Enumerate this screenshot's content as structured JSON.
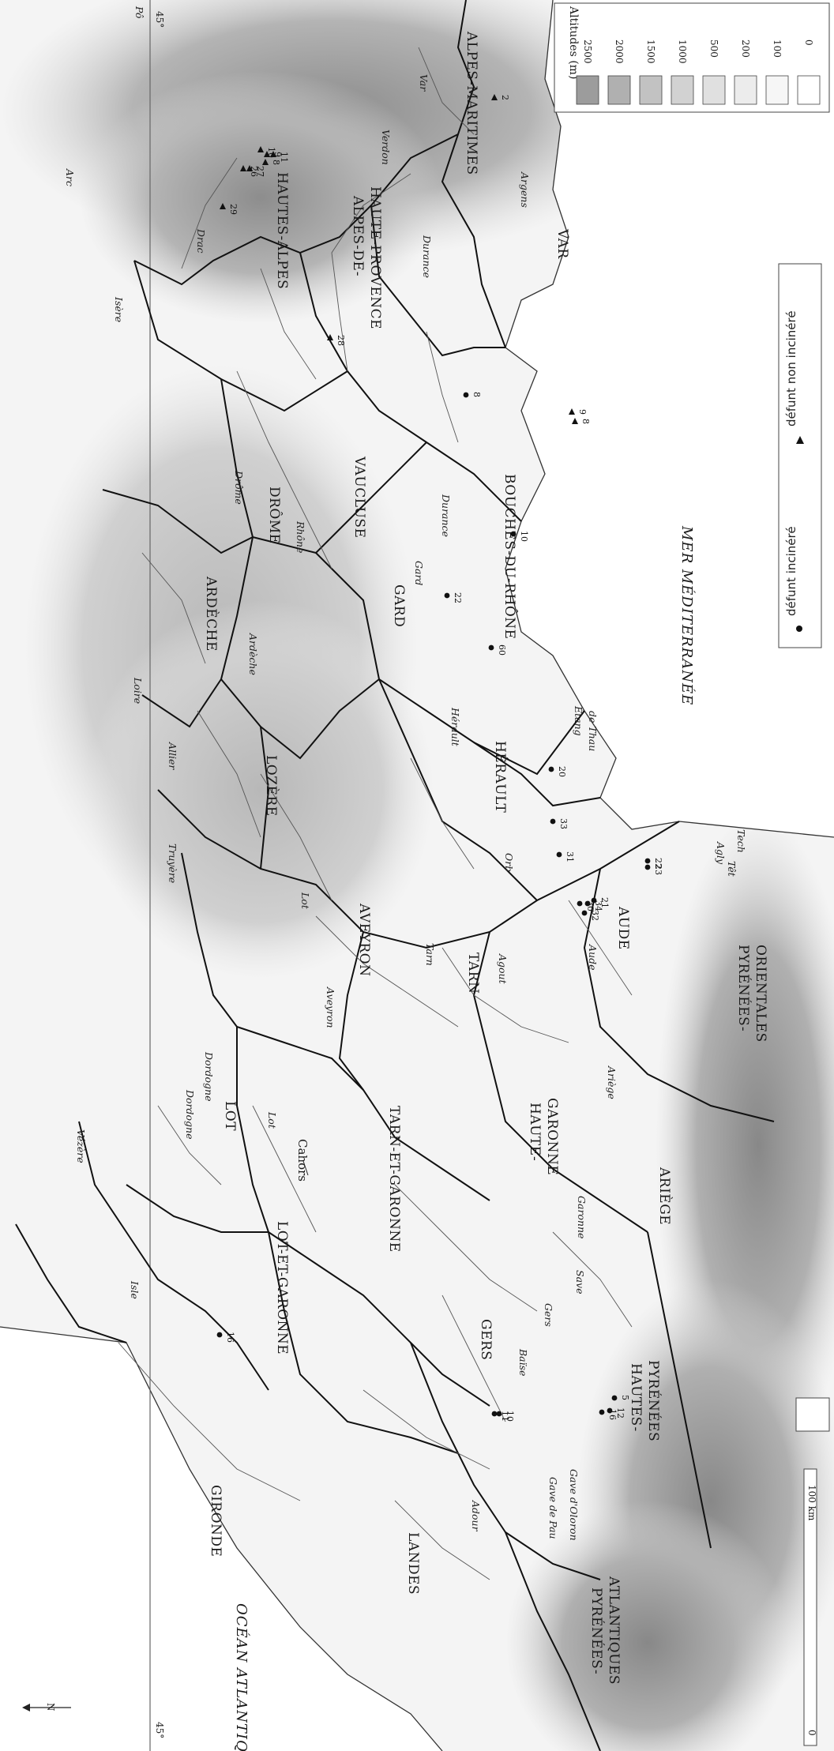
{
  "map": {
    "departments": [
      {
        "name": "ALPES-MARITIMES"
      },
      {
        "name": "HAUTES-ALPES"
      },
      {
        "name": "ALPES-DE-"
      },
      {
        "name": "HAUTE-PROVENCE"
      },
      {
        "name": "VAR"
      },
      {
        "name": "DRÔME"
      },
      {
        "name": "VAUCLUSE"
      },
      {
        "name": "BOUCHES-DU-RHÔNE"
      },
      {
        "name": "ARDÈCHE"
      },
      {
        "name": "GARD"
      },
      {
        "name": "LOZÈRE"
      },
      {
        "name": "HÉRAULT"
      },
      {
        "name": "AVEYRON"
      },
      {
        "name": "TARN"
      },
      {
        "name": "AUDE"
      },
      {
        "name": "PYRÉNÉES-"
      },
      {
        "name": "ORIENTALES"
      },
      {
        "name": "LOT"
      },
      {
        "name": "HAUTE-"
      },
      {
        "name": "GARONNE"
      },
      {
        "name": "ARIÈGE"
      },
      {
        "name": "TARN-ET-GARONNE"
      },
      {
        "name": "LOT-ET-GARONNE"
      },
      {
        "name": "GERS"
      },
      {
        "name": "HAUTES-"
      },
      {
        "name": "PYRÉNÉES"
      },
      {
        "name": "GIRONDE"
      },
      {
        "name": "LANDES"
      },
      {
        "name": "PYRÉNÉES-"
      },
      {
        "name": "ATLANTIQUES"
      }
    ],
    "rivers": [
      "Pô",
      "Var",
      "Verdon",
      "Arc",
      "Drac",
      "Durance",
      "Isère",
      "Argens",
      "Drôme",
      "Rhône",
      "Durance",
      "Loire",
      "Ardèche",
      "Gard",
      "Allier",
      "Hérault",
      "Étang",
      "de Thau",
      "Truyère",
      "Orb",
      "Lot",
      "Aveyron",
      "Tarn",
      "Agout",
      "Aude",
      "Agly",
      "Têt",
      "Tech",
      "Vézère",
      "Dordogne",
      "Lot",
      "Ariège",
      "Garonne",
      "Save",
      "Isle",
      "Gers",
      "Baïse",
      "Dordogne",
      "Adour",
      "Gave de Pau",
      "Gave d'Oloron"
    ],
    "cities": [
      "Cahors"
    ],
    "seas": [
      "MER MÉDITERRANÉE",
      "OCÉAN ATLANTIQUE"
    ],
    "latitude_label": "45°",
    "north_label": "N",
    "sites": [
      {
        "label": "2",
        "symbol": "triangle"
      },
      {
        "label": "10",
        "symbol": "triangle"
      },
      {
        "label": "9",
        "symbol": "triangle"
      },
      {
        "label": "11",
        "symbol": "triangle"
      },
      {
        "label": "8",
        "symbol": "triangle"
      },
      {
        "label": "26",
        "symbol": "triangle"
      },
      {
        "label": "27",
        "symbol": "triangle"
      },
      {
        "label": "29",
        "symbol": "triangle"
      },
      {
        "label": "28",
        "symbol": "triangle"
      },
      {
        "label": "8",
        "symbol": "dot"
      },
      {
        "label": "9",
        "symbol": "triangle"
      },
      {
        "label": "8",
        "symbol": "triangle"
      },
      {
        "label": "10",
        "symbol": "dot"
      },
      {
        "label": "22",
        "symbol": "dot"
      },
      {
        "label": "60",
        "symbol": "dot"
      },
      {
        "label": "20",
        "symbol": "dot"
      },
      {
        "label": "33",
        "symbol": "dot"
      },
      {
        "label": "31",
        "symbol": "dot"
      },
      {
        "label": "30",
        "symbol": "dot"
      },
      {
        "label": "34",
        "symbol": "dot"
      },
      {
        "label": "21",
        "symbol": "dot"
      },
      {
        "label": "32",
        "symbol": "dot"
      },
      {
        "label": "23",
        "symbol": "dot"
      },
      {
        "label": "22",
        "symbol": "dot"
      },
      {
        "label": "16",
        "symbol": "dot"
      },
      {
        "label": "11",
        "symbol": "dot"
      },
      {
        "label": "10",
        "symbol": "dot"
      },
      {
        "label": "16",
        "symbol": "dot"
      },
      {
        "label": "12",
        "symbol": "dot"
      },
      {
        "label": "5",
        "symbol": "dot"
      }
    ]
  },
  "legend": {
    "title": "Altitudes (m)",
    "levels": [
      {
        "value": "2500",
        "color": "#9c9c9c"
      },
      {
        "value": "2000",
        "color": "#b0b0b0"
      },
      {
        "value": "1500",
        "color": "#c2c2c2"
      },
      {
        "value": "1000",
        "color": "#d2d2d2"
      },
      {
        "value": "500",
        "color": "#e0e0e0"
      },
      {
        "value": "200",
        "color": "#ececec"
      },
      {
        "value": "100",
        "color": "#f6f6f6"
      },
      {
        "value": "0",
        "color": "#ffffff"
      }
    ]
  },
  "key": {
    "incinerated": "défunt incinéré",
    "not_incinerated": "défunt non incinéré"
  },
  "scale": {
    "zero": "0",
    "label": "100 km"
  },
  "colors": {
    "border": "#111111",
    "river": "#555555",
    "relief_high": "#8a8a8a",
    "relief_mid": "#c8c8c8",
    "relief_low": "#f2f2f2"
  }
}
